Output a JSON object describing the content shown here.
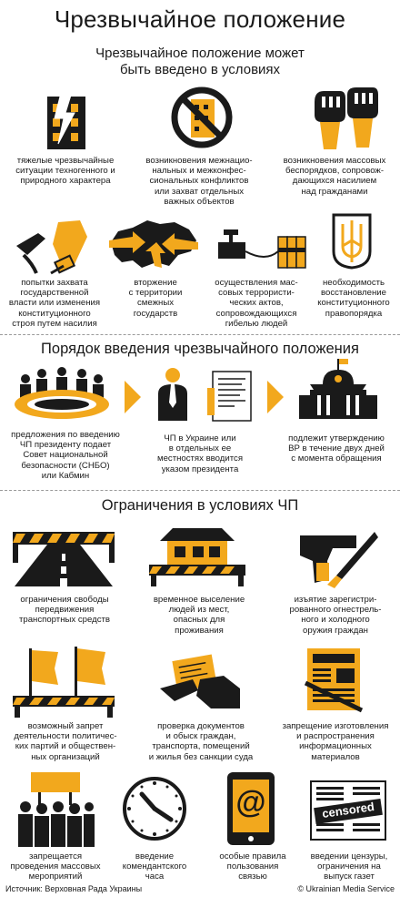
{
  "header": {
    "title": "Чрезвычайное положение",
    "subtitle_1": "Чрезвычайное положение может",
    "subtitle_2": "быть введено в условиях"
  },
  "conditions": [
    {
      "icon": "burning-building-icon",
      "lines": [
        "тяжелые чрезвычайные",
        "ситуации техногенного и",
        "природного характера"
      ]
    },
    {
      "icon": "no-building-icon",
      "lines": [
        "возникновения межнацио-",
        "нальных и межконфес-",
        "сиональных конфликтов",
        "или захват отдельных",
        "важных объектов"
      ]
    },
    {
      "icon": "raised-fists-icon",
      "lines": [
        "возникновения массовых",
        "беспорядков, сопровож-",
        "дающихся насилием",
        "над гражданами"
      ]
    },
    {
      "icon": "molotov-cocktail-icon",
      "lines": [
        "попытки захвата",
        "государственной",
        "власти или изменения",
        "конституционного",
        "строя путем насилия"
      ]
    },
    {
      "icon": "ukraine-map-arrows-icon",
      "lines": [
        "вторжение",
        "с территории",
        "смежных",
        "государств"
      ]
    },
    {
      "icon": "detonator-explosive-icon",
      "lines": [
        "осуществления мас-",
        "совых террористи-",
        "ческих актов,",
        "сопровождающихся",
        "гибелью людей"
      ]
    },
    {
      "icon": "ukraine-coat-of-arms-icon",
      "lines": [
        "необходимость",
        "восстановление",
        "конституционного",
        "правопорядка"
      ]
    }
  ],
  "procedure": {
    "heading": "Порядок введения чрезвычайного положения",
    "steps": [
      {
        "icon": "council-round-table-icon",
        "lines": [
          "предложения по введению",
          "ЧП президенту подает",
          "Совет национальной",
          "безопасности (СНБО)",
          "или Кабмин"
        ]
      },
      {
        "icon": "president-decree-icon",
        "lines": [
          "ЧП в Украине или",
          "в отдельных ее",
          "местностях вводится",
          "указом президента"
        ]
      },
      {
        "icon": "parliament-building-icon",
        "lines": [
          "подлежит утверждению",
          "ВР в течение двух дней",
          "с момента обращения"
        ]
      }
    ]
  },
  "restrictions": {
    "heading": "Ограничения в условиях ЧП",
    "items": [
      {
        "icon": "road-barrier-icon",
        "lines": [
          "ограничения свободы",
          "передвижения",
          "транспортных средств"
        ]
      },
      {
        "icon": "house-barrier-icon",
        "lines": [
          "временное выселение",
          "людей из мест,",
          "опасных для",
          "проживания"
        ]
      },
      {
        "icon": "gun-knife-icon",
        "lines": [
          "изъятие зарегистри-",
          "рованного огнестрель-",
          "ного и холодного",
          "оружия граждан"
        ]
      },
      {
        "icon": "flags-barrier-icon",
        "lines": [
          "возможный запрет",
          "деятельности политичес-",
          "ких партий и обществен-",
          "ных организаций"
        ]
      },
      {
        "icon": "document-check-icon",
        "lines": [
          "проверка документов",
          "и обыск граждан,",
          "транспорта, помещений",
          "и жилья без санкции суда"
        ]
      },
      {
        "icon": "crossed-newspaper-icon",
        "lines": [
          "запрещение изготовления",
          "и распространения",
          "информационных",
          "материалов"
        ]
      },
      {
        "icon": "protest-crowd-icon",
        "lines": [
          "запрещается",
          "проведения массовых",
          "мероприятий"
        ]
      },
      {
        "icon": "curfew-clock-icon",
        "lines": [
          "введение",
          "комендантского",
          "часа"
        ]
      },
      {
        "icon": "phone-at-sign-icon",
        "lines": [
          "особые правила",
          "пользования",
          "связью"
        ]
      },
      {
        "icon": "censored-newspaper-icon",
        "lines": [
          "введении цензуры,",
          "ограничения на",
          "выпуск газет"
        ]
      }
    ],
    "censored_stamp": "censored",
    "at_sign": "@"
  },
  "footer": {
    "source": "Источник: Верховная Рада Украины",
    "copyright": "© Ukrainian Media Service"
  },
  "colors": {
    "accent": "#f2a81d",
    "dark": "#1a1a1a",
    "divider": "#9a9a9a"
  }
}
